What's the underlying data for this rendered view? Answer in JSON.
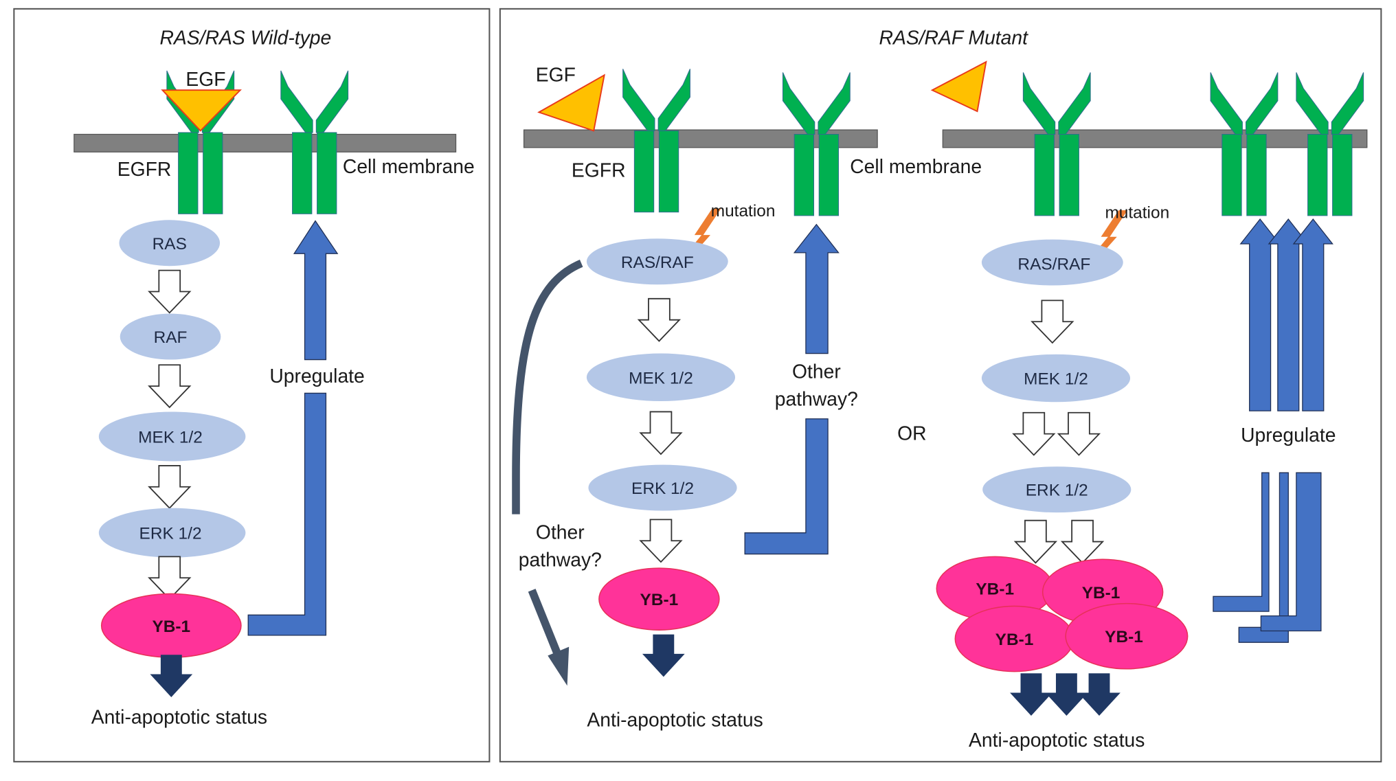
{
  "figure": {
    "panels": [
      {
        "id": "wild-type",
        "title": "RAS/RAS Wild-type",
        "labels": {
          "egf": "EGF",
          "egfr": "EGFR",
          "membrane": "Cell membrane",
          "upregulate": "Upregulate",
          "outcome": "Anti-apoptotic status"
        },
        "cascade": [
          "RAS",
          "RAF",
          "MEK 1/2",
          "ERK 1/2"
        ],
        "effector": "YB-1"
      },
      {
        "id": "mutant",
        "title": "RAS/RAF Mutant",
        "scenario_a": {
          "labels": {
            "egf": "EGF",
            "egfr": "EGFR",
            "membrane": "Cell membrane",
            "mutation": "mutation",
            "other_pathway_right": "Other pathway?",
            "other_pathway_left": "Other pathway?",
            "outcome": "Anti-apoptotic status"
          },
          "cascade": [
            "RAS/RAF",
            "MEK 1/2",
            "ERK 1/2"
          ],
          "effector": "YB-1"
        },
        "separator": "OR",
        "scenario_b": {
          "labels": {
            "mutation": "mutation",
            "upregulate": "Upregulate",
            "outcome": "Anti-apoptotic status"
          },
          "cascade": [
            "RAS/RAF",
            "MEK 1/2",
            "ERK 1/2"
          ],
          "effectors": [
            "YB-1",
            "YB-1",
            "YB-1",
            "YB-1"
          ]
        }
      }
    ],
    "colors": {
      "receptor": "#00B050",
      "egf": "#FFC000",
      "egf_outline": "#E83A1A",
      "membrane": "#808080",
      "kinase_node": "#B4C7E7",
      "yb1": "#FF3399",
      "upregulate_arrow": "#4472C4",
      "outcome_arrow": "#1F3864",
      "mutation_bolt": "#ED7D31",
      "alt_pathway_arrow": "#44546A"
    }
  }
}
